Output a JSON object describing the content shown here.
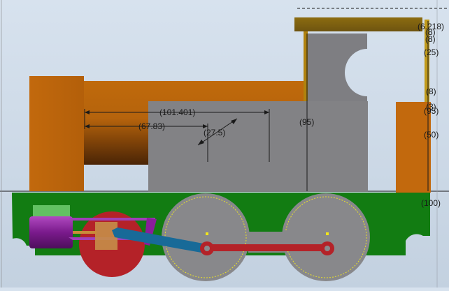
{
  "dimensions": {
    "d1": "(6.218)",
    "d2": "(8)",
    "d3": "(8)",
    "d4": "(25)",
    "d5": "(8)",
    "d6": "(3)",
    "d7": "(95)",
    "d8": "(50)",
    "d9": "(100)",
    "d10": "(95)",
    "d11": "(101.401)",
    "d12": "(67.83)",
    "d13": "(27.5)"
  },
  "colors": {
    "boiler": "#c8720f",
    "cab_roof": "#8a6a12",
    "tank": "#828285",
    "frame": "#128012",
    "wheel": "#8a8a8d",
    "rod": "#b8242a",
    "valve_gear": "#1a6e9e",
    "cylinder": "#8a1e9a",
    "counterweight": "#b82428",
    "crosshead": "#c88e4a"
  }
}
